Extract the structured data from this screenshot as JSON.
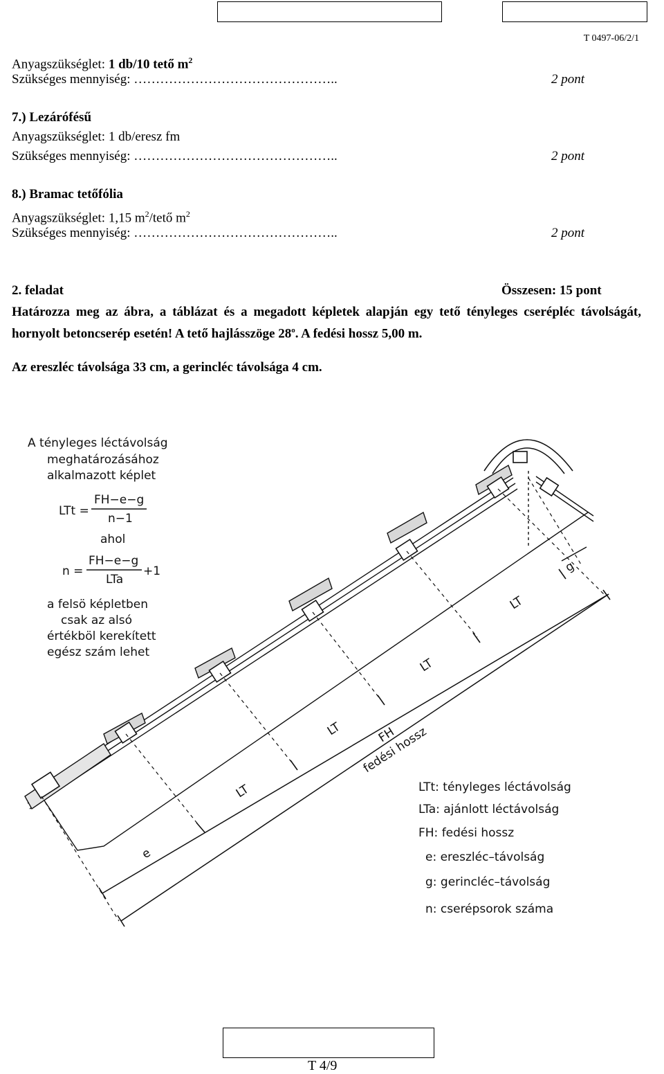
{
  "header": {
    "doc_code": "T 0497-06/2/1"
  },
  "items": {
    "prev": {
      "req_label": "Anyagszükséglet: ",
      "req_value": "1 db/10 tető m",
      "req_sup": "2",
      "qty_label": "Szükséges mennyiség: ",
      "qty_dots": "………………………………………..",
      "points": "2 pont"
    },
    "item7": {
      "title": "7.) Lezárófésű",
      "req": "Anyagszükséglet: 1 db/eresz fm",
      "qty_label": "Szükséges mennyiség: ",
      "qty_dots": "………………………………………..",
      "points": "2 pont"
    },
    "item8": {
      "title": "8.) Bramac tetőfólia",
      "req_a": "Anyagszükséglet: 1,15 m",
      "req_sup1": "2",
      "req_b": "/tető m",
      "req_sup2": "2",
      "qty_label": "Szükséges mennyiség: ",
      "qty_dots": "………………………………………..",
      "points": "2 pont"
    }
  },
  "task2": {
    "title": "2. feladat",
    "total": "Összesen: 15 pont",
    "text_a": "Határozza meg az ábra, a táblázat és a megadott képletek alapján egy tető tényleges cserépléc távolságát, hornyolt betoncserép esetén! A tető hajlásszöge 28",
    "deg": "o",
    "text_b": ". A fedési hossz 5,00 m.",
    "text_c": "Az ereszléc távolsága 33 cm, a gerincléc távolsága 4 cm."
  },
  "figure": {
    "heading": [
      "A tényleges léctávolság",
      "meghatározásához",
      "alkalmazott képlet"
    ],
    "f1_lhs": "LTt =",
    "f1_num": "FH−e−g",
    "f1_den": "n−1",
    "ahol": "ahol",
    "f2_lhs": "n =",
    "f2_num": "FH−e−g",
    "f2_den": "LTa",
    "f2_plus": "+1",
    "note": [
      "a felsö képletben",
      "csak az alsó",
      "értékböl kerekített",
      "egész szám lehet"
    ],
    "lt_labels": [
      "LT",
      "LT",
      "LT",
      "LT"
    ],
    "e_label": "e",
    "g_label": "g",
    "fh_label": "FH",
    "fh_text": "fedési hossz",
    "legend": [
      "LTt: tényleges léctávolság",
      "LTa: ajánlott léctávolság",
      "FH: fedési hossz",
      "e: ereszléc–távolság",
      "g: gerincléc–távolság",
      "n: cserépsorok száma"
    ]
  },
  "footer": {
    "page": "T 4/9"
  }
}
